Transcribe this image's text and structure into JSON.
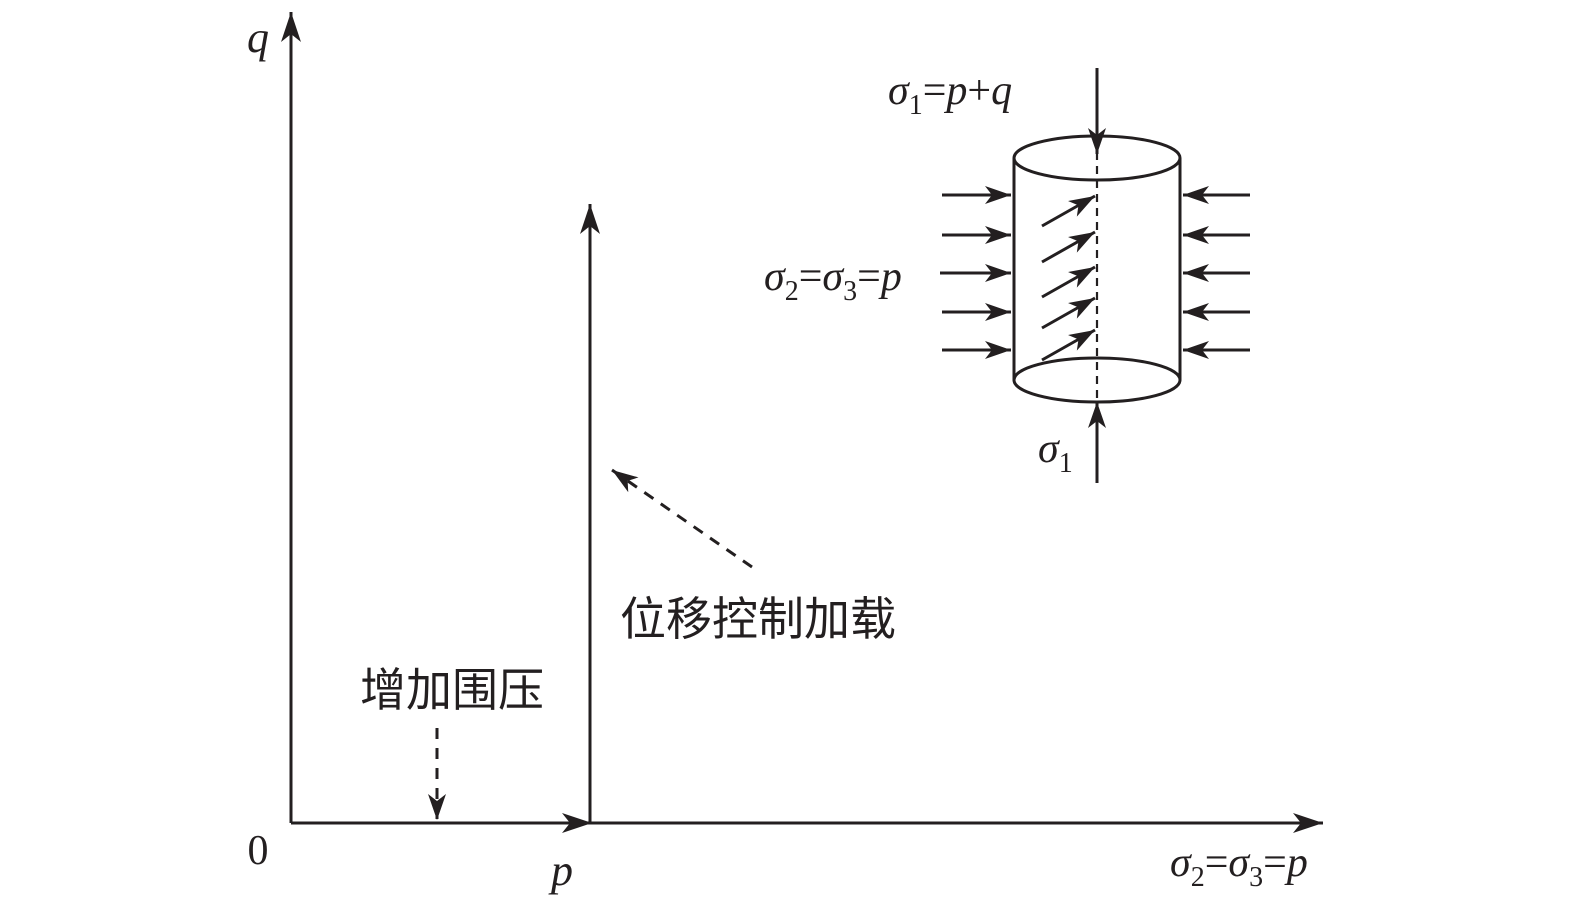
{
  "axes": {
    "y_label": "q",
    "origin_label": "0",
    "x_label": {
      "a": "σ",
      "a_sub": "2",
      "eq1": "=",
      "b": "σ",
      "b_sub": "3",
      "eq2": "=",
      "c": "p"
    },
    "p_tick_label": "p"
  },
  "paths": {
    "confining_label": "增加围压",
    "loading_label": "位移控制加载"
  },
  "specimen": {
    "top_label": {
      "a": "σ",
      "a_sub": "1",
      "eq": "=",
      "p": "p",
      "plus": "+",
      "q": "q"
    },
    "bottom_label": {
      "a": "σ",
      "a_sub": "1"
    },
    "side_label": {
      "a": "σ",
      "a_sub": "2",
      "eq1": "=",
      "b": "σ",
      "b_sub": "3",
      "eq2": "=",
      "c": "p"
    }
  },
  "colors": {
    "ink": "#231f20",
    "background": "#ffffff"
  }
}
